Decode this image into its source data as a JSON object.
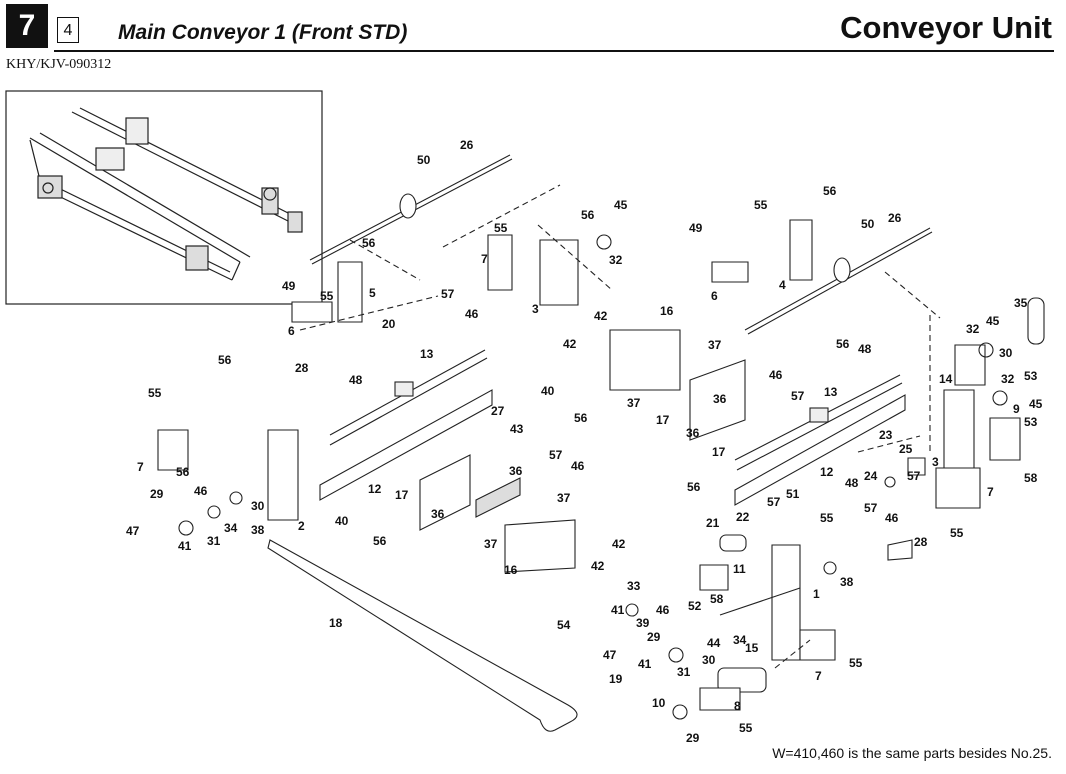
{
  "header": {
    "section_number": "7",
    "page_number": "4",
    "title": "Main Conveyor 1 (Front STD)",
    "unit_title": "Conveyor Unit",
    "doc_code": "KHY/KJV-090312"
  },
  "footnote": "W=410,460 is the same parts besides No.25.",
  "parts": [
    {
      "id": "p50a",
      "text": "50"
    },
    {
      "id": "p26a",
      "text": "26"
    },
    {
      "id": "p56a",
      "text": "56"
    },
    {
      "id": "p49a",
      "text": "49"
    },
    {
      "id": "p55a",
      "text": "55"
    },
    {
      "id": "p5",
      "text": "5"
    },
    {
      "id": "p6a",
      "text": "6"
    },
    {
      "id": "p28a",
      "text": "28"
    },
    {
      "id": "p20",
      "text": "20"
    },
    {
      "id": "p57a",
      "text": "57"
    },
    {
      "id": "p46a",
      "text": "46"
    },
    {
      "id": "p13a",
      "text": "13"
    },
    {
      "id": "p48a",
      "text": "48"
    },
    {
      "id": "p56b",
      "text": "56"
    },
    {
      "id": "p55b",
      "text": "55"
    },
    {
      "id": "p7a",
      "text": "7"
    },
    {
      "id": "p56c",
      "text": "56"
    },
    {
      "id": "p29a",
      "text": "29"
    },
    {
      "id": "p46b",
      "text": "46"
    },
    {
      "id": "p30a",
      "text": "30"
    },
    {
      "id": "p2",
      "text": "2"
    },
    {
      "id": "p34a",
      "text": "34"
    },
    {
      "id": "p38a",
      "text": "38"
    },
    {
      "id": "p31a",
      "text": "31"
    },
    {
      "id": "p47a",
      "text": "47"
    },
    {
      "id": "p41a",
      "text": "41"
    },
    {
      "id": "p12a",
      "text": "12"
    },
    {
      "id": "p27",
      "text": "27"
    },
    {
      "id": "p43",
      "text": "43"
    },
    {
      "id": "p40a",
      "text": "40"
    },
    {
      "id": "p56d",
      "text": "56"
    },
    {
      "id": "p40b",
      "text": "40"
    },
    {
      "id": "p56e",
      "text": "56"
    },
    {
      "id": "p57b",
      "text": "57"
    },
    {
      "id": "p46c",
      "text": "46"
    },
    {
      "id": "p17a",
      "text": "17"
    },
    {
      "id": "p36a",
      "text": "36"
    },
    {
      "id": "p36b",
      "text": "36"
    },
    {
      "id": "p37a",
      "text": "37"
    },
    {
      "id": "p37b",
      "text": "37"
    },
    {
      "id": "p42a",
      "text": "42"
    },
    {
      "id": "p42b",
      "text": "42"
    },
    {
      "id": "p16a",
      "text": "16"
    },
    {
      "id": "p18",
      "text": "18"
    },
    {
      "id": "p55c",
      "text": "55"
    },
    {
      "id": "p56f",
      "text": "56"
    },
    {
      "id": "p45a",
      "text": "45"
    },
    {
      "id": "p7b",
      "text": "7"
    },
    {
      "id": "p32a",
      "text": "32"
    },
    {
      "id": "p3a",
      "text": "3"
    },
    {
      "id": "p42c",
      "text": "42"
    },
    {
      "id": "p42d",
      "text": "42"
    },
    {
      "id": "p16b",
      "text": "16"
    },
    {
      "id": "p37c",
      "text": "37"
    },
    {
      "id": "p37d",
      "text": "37"
    },
    {
      "id": "p17b",
      "text": "17"
    },
    {
      "id": "p36c",
      "text": "36"
    },
    {
      "id": "p36d",
      "text": "36"
    },
    {
      "id": "p17c",
      "text": "17"
    },
    {
      "id": "p46d",
      "text": "46"
    },
    {
      "id": "p57c",
      "text": "57"
    },
    {
      "id": "p56g",
      "text": "56"
    },
    {
      "id": "p48b",
      "text": "48"
    },
    {
      "id": "p13b",
      "text": "13"
    },
    {
      "id": "p49b",
      "text": "49"
    },
    {
      "id": "p55d",
      "text": "55"
    },
    {
      "id": "p56h",
      "text": "56"
    },
    {
      "id": "p50b",
      "text": "50"
    },
    {
      "id": "p26b",
      "text": "26"
    },
    {
      "id": "p4",
      "text": "4"
    },
    {
      "id": "p6b",
      "text": "6"
    },
    {
      "id": "p35",
      "text": "35"
    },
    {
      "id": "p32b",
      "text": "32"
    },
    {
      "id": "p45b",
      "text": "45"
    },
    {
      "id": "p30b",
      "text": "30"
    },
    {
      "id": "p14",
      "text": "14"
    },
    {
      "id": "p53a",
      "text": "53"
    },
    {
      "id": "p32c",
      "text": "32"
    },
    {
      "id": "p45c",
      "text": "45"
    },
    {
      "id": "p9",
      "text": "9"
    },
    {
      "id": "p53b",
      "text": "53"
    },
    {
      "id": "p3b",
      "text": "3"
    },
    {
      "id": "p58a",
      "text": "58"
    },
    {
      "id": "p25",
      "text": "25"
    },
    {
      "id": "p23",
      "text": "23"
    },
    {
      "id": "p24",
      "text": "24"
    },
    {
      "id": "p48c",
      "text": "48"
    },
    {
      "id": "p57d",
      "text": "57"
    },
    {
      "id": "p46e",
      "text": "46"
    },
    {
      "id": "p57e",
      "text": "57"
    },
    {
      "id": "p7c",
      "text": "7"
    },
    {
      "id": "p55e",
      "text": "55"
    },
    {
      "id": "p12b",
      "text": "12"
    },
    {
      "id": "p56i",
      "text": "56"
    },
    {
      "id": "p57f",
      "text": "57"
    },
    {
      "id": "p51",
      "text": "51"
    },
    {
      "id": "p22",
      "text": "22"
    },
    {
      "id": "p21",
      "text": "21"
    },
    {
      "id": "p55f",
      "text": "55"
    },
    {
      "id": "p28b",
      "text": "28"
    },
    {
      "id": "p11",
      "text": "11"
    },
    {
      "id": "p38b",
      "text": "38"
    },
    {
      "id": "p33",
      "text": "33"
    },
    {
      "id": "p58b",
      "text": "58"
    },
    {
      "id": "p52",
      "text": "52"
    },
    {
      "id": "p1",
      "text": "1"
    },
    {
      "id": "p41b",
      "text": "41"
    },
    {
      "id": "p39",
      "text": "39"
    },
    {
      "id": "p54",
      "text": "54"
    },
    {
      "id": "p46f",
      "text": "46"
    },
    {
      "id": "p29b",
      "text": "29"
    },
    {
      "id": "p44",
      "text": "44"
    },
    {
      "id": "p34b",
      "text": "34"
    },
    {
      "id": "p15",
      "text": "15"
    },
    {
      "id": "p30c",
      "text": "30"
    },
    {
      "id": "p41c",
      "text": "41"
    },
    {
      "id": "p31b",
      "text": "31"
    },
    {
      "id": "p47b",
      "text": "47"
    },
    {
      "id": "p7d",
      "text": "7"
    },
    {
      "id": "p55g",
      "text": "55"
    },
    {
      "id": "p19",
      "text": "19"
    },
    {
      "id": "p10",
      "text": "10"
    },
    {
      "id": "p8",
      "text": "8"
    },
    {
      "id": "p55h",
      "text": "55"
    },
    {
      "id": "p29c",
      "text": "29"
    }
  ]
}
